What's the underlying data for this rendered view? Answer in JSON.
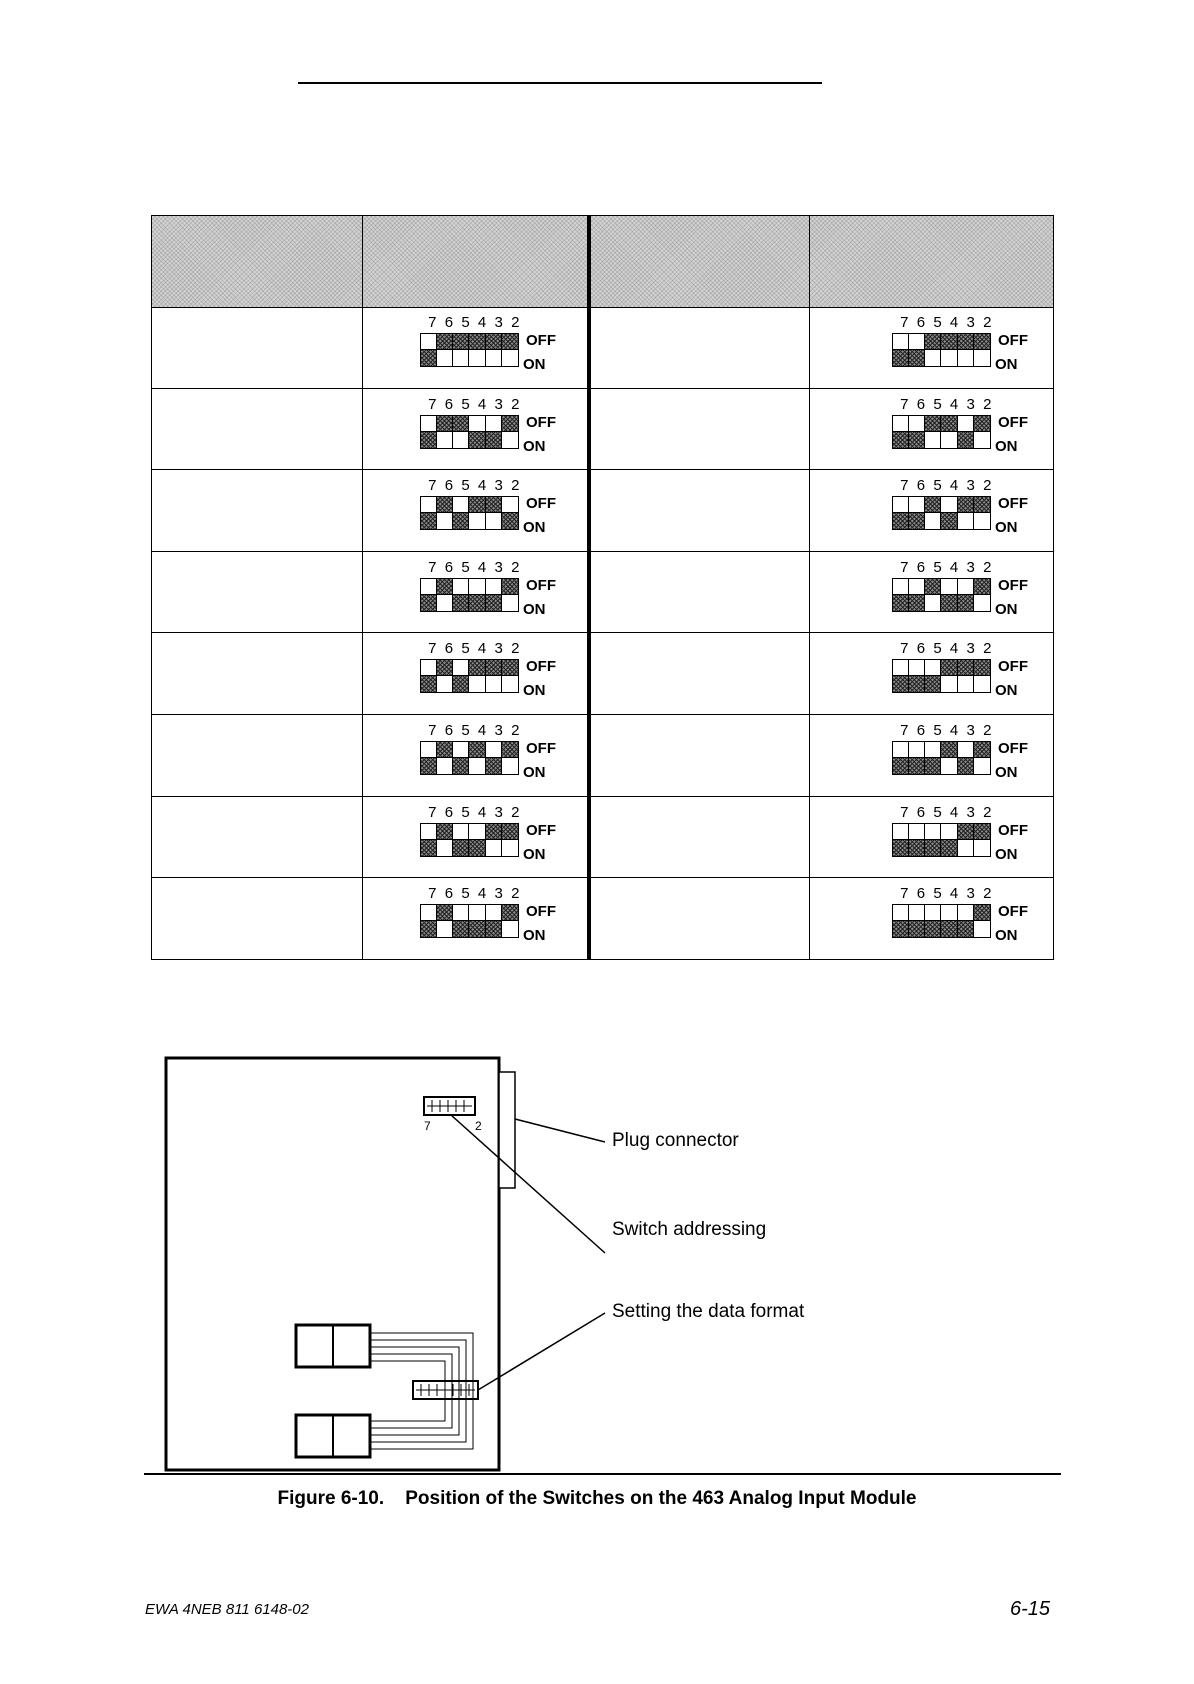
{
  "table": {
    "header": [
      "",
      "",
      "",
      ""
    ],
    "rows_left": [
      {
        "label": "",
        "bits": [
          0,
          1,
          1,
          1,
          1,
          1
        ],
        "switch_numbers": [
          "7",
          "6",
          "5",
          "4",
          "3",
          "2"
        ],
        "off_label": "OFF",
        "on_label": "ON"
      },
      {
        "label": "",
        "bits": [
          0,
          1,
          1,
          0,
          0,
          1
        ],
        "switch_numbers": [
          "7",
          "6",
          "5",
          "4",
          "3",
          "2"
        ],
        "off_label": "OFF",
        "on_label": "ON"
      },
      {
        "label": "",
        "bits": [
          0,
          1,
          0,
          1,
          1,
          0
        ],
        "switch_numbers": [
          "7",
          "6",
          "5",
          "4",
          "3",
          "2"
        ],
        "off_label": "OFF",
        "on_label": "ON"
      },
      {
        "label": "",
        "bits": [
          0,
          1,
          0,
          0,
          0,
          1
        ],
        "switch_numbers": [
          "7",
          "6",
          "5",
          "4",
          "3",
          "2"
        ],
        "off_label": "OFF",
        "on_label": "ON"
      },
      {
        "label": "",
        "bits": [
          0,
          1,
          0,
          1,
          1,
          1
        ],
        "switch_numbers": [
          "7",
          "6",
          "5",
          "4",
          "3",
          "2"
        ],
        "off_label": "OFF",
        "on_label": "ON"
      },
      {
        "label": "",
        "bits": [
          0,
          1,
          0,
          1,
          0,
          1
        ],
        "switch_numbers": [
          "7",
          "6",
          "5",
          "4",
          "3",
          "2"
        ],
        "off_label": "OFF",
        "on_label": "ON"
      },
      {
        "label": "",
        "bits": [
          0,
          1,
          0,
          0,
          1,
          1
        ],
        "switch_numbers": [
          "7",
          "6",
          "5",
          "4",
          "3",
          "2"
        ],
        "off_label": "OFF",
        "on_label": "ON"
      },
      {
        "label": "",
        "bits": [
          0,
          1,
          0,
          0,
          0,
          1
        ],
        "switch_numbers": [
          "7",
          "6",
          "5",
          "4",
          "3",
          "2"
        ],
        "off_label": "OFF",
        "on_label": "ON"
      }
    ],
    "rows_right": [
      {
        "label": "",
        "bits": [
          0,
          0,
          1,
          1,
          1,
          1
        ],
        "switch_numbers": [
          "7",
          "6",
          "5",
          "4",
          "3",
          "2"
        ],
        "off_label": "OFF",
        "on_label": "ON"
      },
      {
        "label": "",
        "bits": [
          0,
          0,
          1,
          1,
          0,
          1
        ],
        "switch_numbers": [
          "7",
          "6",
          "5",
          "4",
          "3",
          "2"
        ],
        "off_label": "OFF",
        "on_label": "ON"
      },
      {
        "label": "",
        "bits": [
          0,
          0,
          1,
          0,
          1,
          1
        ],
        "switch_numbers": [
          "7",
          "6",
          "5",
          "4",
          "3",
          "2"
        ],
        "off_label": "OFF",
        "on_label": "ON"
      },
      {
        "label": "",
        "bits": [
          0,
          0,
          1,
          0,
          0,
          1
        ],
        "switch_numbers": [
          "7",
          "6",
          "5",
          "4",
          "3",
          "2"
        ],
        "off_label": "OFF",
        "on_label": "ON"
      },
      {
        "label": "",
        "bits": [
          0,
          0,
          0,
          1,
          1,
          1
        ],
        "switch_numbers": [
          "7",
          "6",
          "5",
          "4",
          "3",
          "2"
        ],
        "off_label": "OFF",
        "on_label": "ON"
      },
      {
        "label": "",
        "bits": [
          0,
          0,
          0,
          1,
          0,
          1
        ],
        "switch_numbers": [
          "7",
          "6",
          "5",
          "4",
          "3",
          "2"
        ],
        "off_label": "OFF",
        "on_label": "ON"
      },
      {
        "label": "",
        "bits": [
          0,
          0,
          0,
          0,
          1,
          1
        ],
        "switch_numbers": [
          "7",
          "6",
          "5",
          "4",
          "3",
          "2"
        ],
        "off_label": "OFF",
        "on_label": "ON"
      },
      {
        "label": "",
        "bits": [
          0,
          0,
          0,
          0,
          0,
          1
        ],
        "switch_numbers": [
          "7",
          "6",
          "5",
          "4",
          "3",
          "2"
        ],
        "off_label": "OFF",
        "on_label": "ON"
      }
    ]
  },
  "figure": {
    "switch_left_number": "7",
    "switch_right_number": "2",
    "callouts": {
      "plug_connector": "Plug connector",
      "switch_addressing": "Switch addressing",
      "data_format": "Setting the data format"
    },
    "caption": "Figure 6-10.    Position of the Switches on the 463 Analog Input Module"
  },
  "footer": {
    "doc_id": "EWA 4NEB 811 6148-02",
    "page_number": "6-15"
  }
}
